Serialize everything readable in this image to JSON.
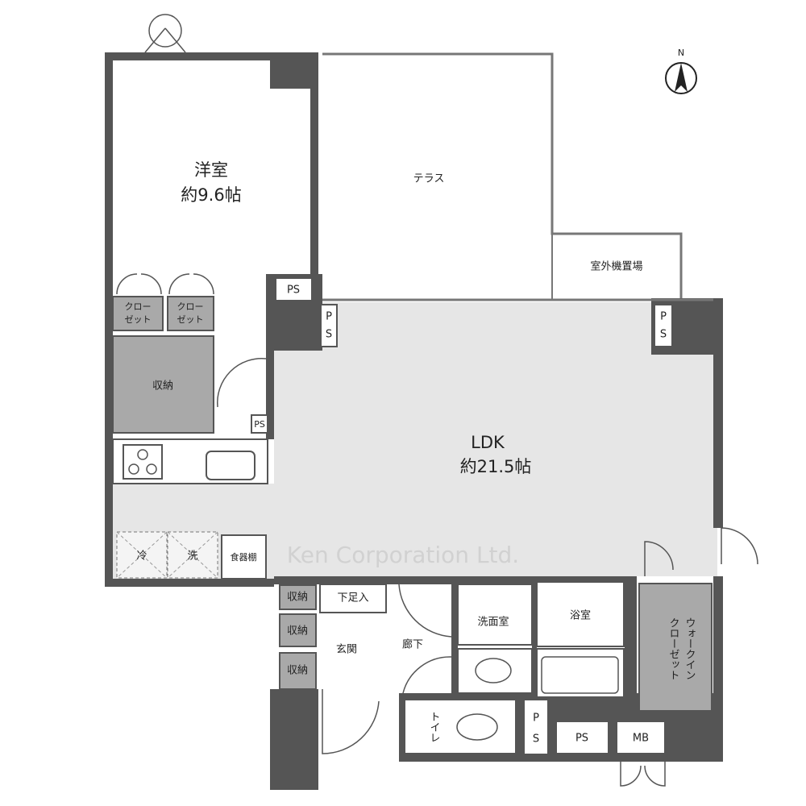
{
  "rooms": {
    "western_room": {
      "name": "洋室",
      "size": "約9.6帖"
    },
    "terrace": "テラス",
    "outdoor_unit": "室外機置場",
    "ldk": {
      "name": "LDK",
      "size": "約21.5帖"
    },
    "closet_1": [
      "クロー",
      "ゼット"
    ],
    "closet_2": [
      "クロー",
      "ゼット"
    ],
    "storage_main": "収納",
    "fridge": "冷",
    "washer": "洗",
    "cupboard": "食器棚",
    "storage_entry": [
      "収納",
      "収納",
      "収納"
    ],
    "shoe_box": "下足入",
    "entrance": "玄関",
    "hallway": "廊下",
    "washroom": "洗面室",
    "bathroom": "浴室",
    "walk_in_closet": [
      "ウォークイン",
      "クローゼット"
    ],
    "toilet": "トイレ",
    "ps_labels": [
      "PS",
      "P",
      "S",
      "PS",
      "P",
      "S",
      "PS",
      "PS"
    ],
    "mb": "MB"
  },
  "north_label": "N",
  "watermark": "Ken Corporation Ltd."
}
